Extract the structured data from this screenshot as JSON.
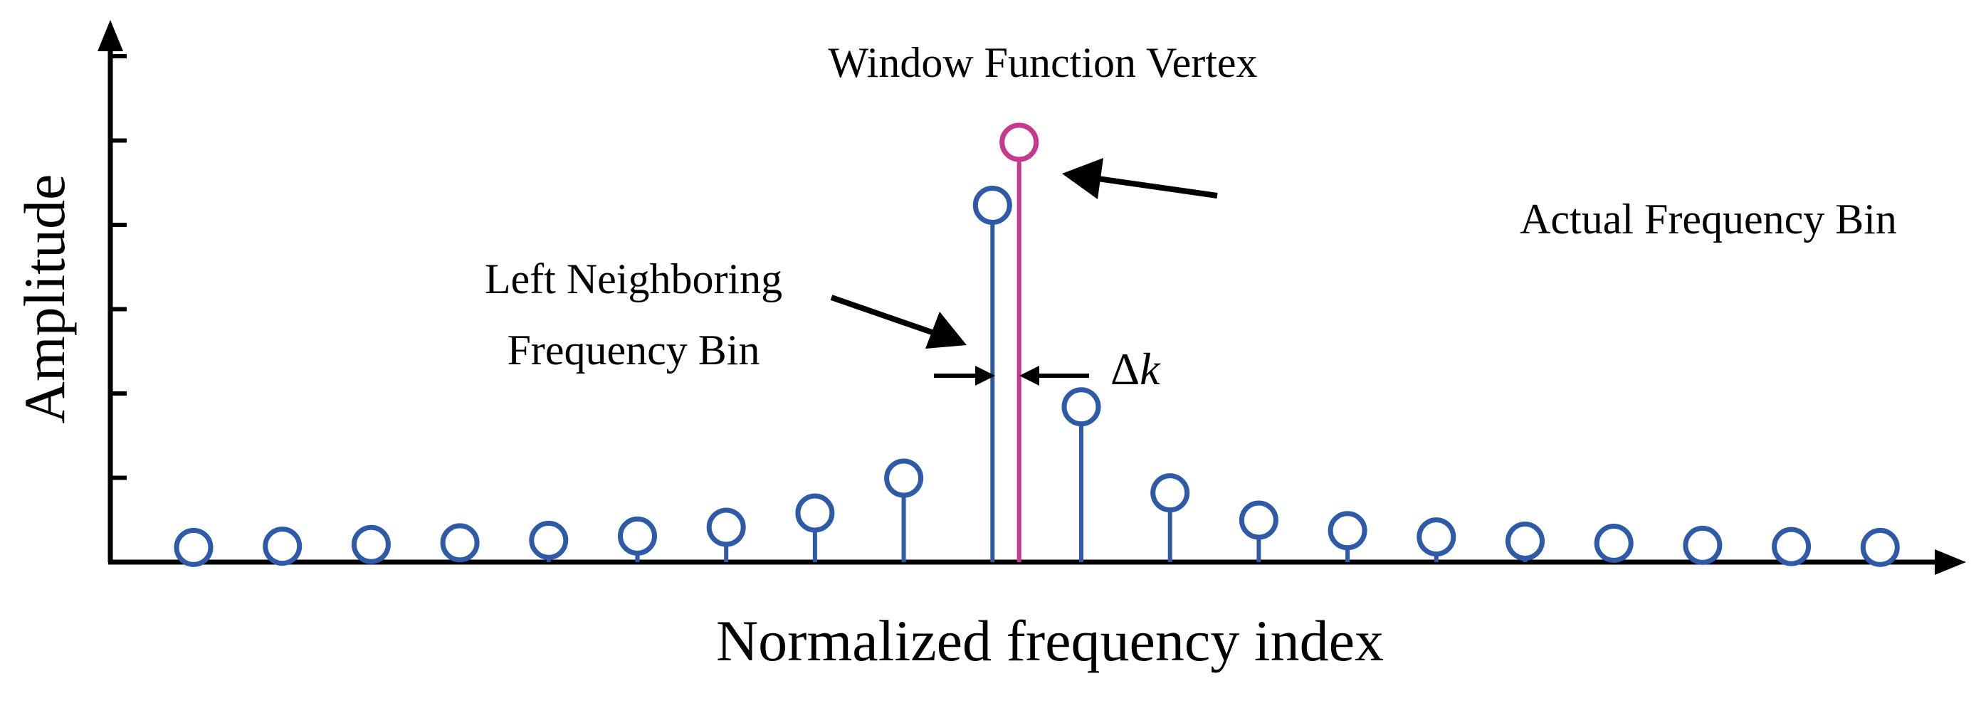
{
  "chart_data": {
    "type": "stem",
    "title": "",
    "xlabel": "Normalized frequency index",
    "ylabel": "Amplitude",
    "y_ticks_count": 6,
    "ylim": [
      0,
      1
    ],
    "series": [
      {
        "name": "",
        "color": "#2f5aa8",
        "values": [
          0.035,
          0.038,
          0.042,
          0.046,
          0.052,
          0.062,
          0.083,
          0.117,
          0.2,
          0.85,
          0.37,
          0.165,
          0.1,
          0.075,
          0.06,
          0.05,
          0.045,
          0.04,
          0.037,
          0.035
        ]
      }
    ],
    "actual_bin": {
      "name": "",
      "color": "#c53a8e",
      "value": 1.0,
      "offset_from_left_neighbor": 0.3
    },
    "left_neighbor_index": 9
  },
  "annotations": {
    "window_vertex": "Window Function Vertex",
    "actual_bin": "Actual Frequency Bin",
    "left_neighbor_line1": "Left Neighboring",
    "left_neighbor_line2": "Frequency Bin",
    "delta_k_symbol": "Δ",
    "delta_k_var": "k"
  }
}
